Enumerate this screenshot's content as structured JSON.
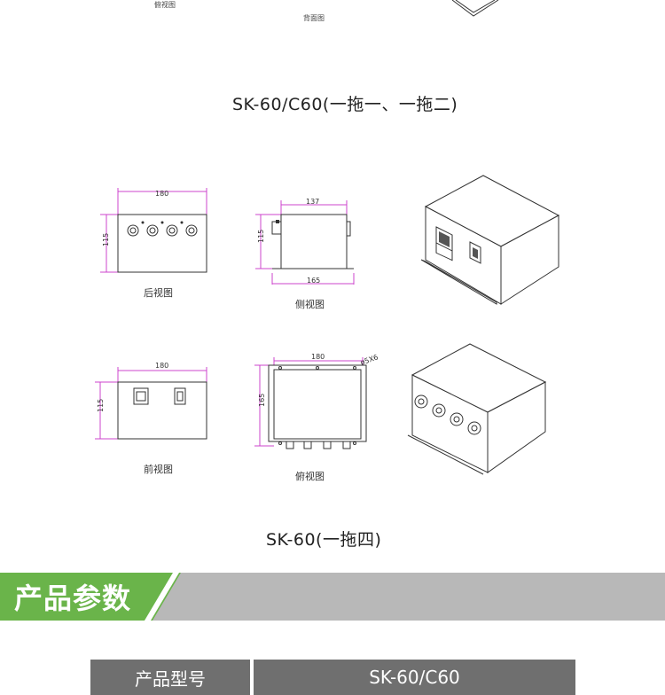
{
  "top_captions": {
    "left": "俯视图",
    "center": "背面图"
  },
  "section1": {
    "title": "SK-60/C60(一拖一、一拖二)",
    "rear_view": {
      "caption": "后视图",
      "width": "180",
      "height": "115"
    },
    "side_view": {
      "caption": "侧视图",
      "top": "137",
      "bottom": "165",
      "height": "115"
    }
  },
  "section2": {
    "title": "SK-60(一拖四)",
    "front_view": {
      "caption": "前视图",
      "width": "180",
      "height": "115"
    },
    "top_view": {
      "caption": "俯视图",
      "width": "180",
      "height": "165",
      "hole": "ø5X6"
    }
  },
  "banner": {
    "title": "产品参数"
  },
  "params_table": {
    "header_label": "产品型号",
    "header_value": "SK-60/C60"
  },
  "colors": {
    "dimension": "#cc44cc",
    "banner_green": "#6ab44a",
    "banner_gray": "#b8b8b8",
    "table_header": "#6f6f6f"
  }
}
